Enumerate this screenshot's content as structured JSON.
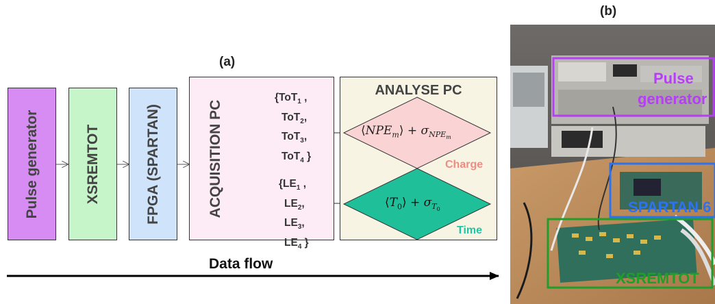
{
  "panel_a_label": "(a)",
  "panel_b_label": "(b)",
  "blocks": {
    "pulse_generator": "Pulse generator",
    "xsremtot": "XSREMTOT",
    "fpga": "FPGA (SPARTAN)",
    "acquisition": "ACQUISITION PC"
  },
  "tot_lines": [
    "{ToT",
    "ToT",
    "ToT",
    "ToT"
  ],
  "tot_indices": [
    "1",
    "2",
    "3",
    "4"
  ],
  "tot_suffixes": [
    " ,",
    ",",
    ",",
    " }"
  ],
  "le_lines": [
    "{LE",
    "LE",
    "LE",
    "LE"
  ],
  "le_indices": [
    "1",
    "2",
    "3",
    "4"
  ],
  "le_suffixes": [
    " ,",
    ",",
    ",",
    " }"
  ],
  "analyse": {
    "title": "ANALYSE PC",
    "charge_label": "Charge",
    "time_label": "Time",
    "charge_formula": "⟨NPE_m⟩ + σ_NPE_m",
    "time_formula": "⟨T_0⟩ + σ_T_0"
  },
  "data_flow_label": "Data flow",
  "photo_labels": {
    "pulse_line1": "Pulse",
    "pulse_line2": "generator",
    "spartan": "SPARTAN 6",
    "xsremtot": "XSREMTOT"
  },
  "colors": {
    "pulse_generator": "#d68cf2",
    "xsremtot": "#c6f5c9",
    "fpga": "#cfe3fb",
    "acquisition": "#fdebf6",
    "analyse": "#f7f4e3",
    "charge_fill": "#fad4d4",
    "time_fill": "#1fbf9a",
    "charge_text": "#f28b82",
    "time_text": "#21c4a4",
    "photo_pulse": "#b53ff2",
    "photo_spartan": "#2d73f0",
    "photo_xsremtot": "#1f9e2a"
  }
}
